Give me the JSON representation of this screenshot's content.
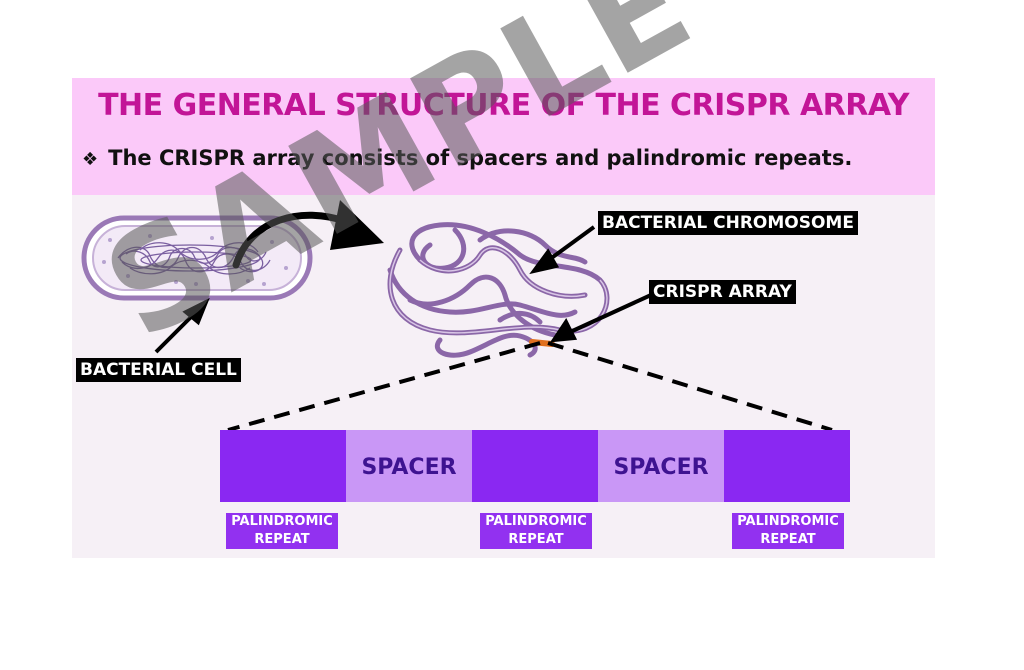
{
  "title": "THE GENERAL STRUCTURE OF THE CRISPR ARRAY",
  "bullet": {
    "marker": "❖",
    "text": "The CRISPR array consists of spacers and palindromic repeats."
  },
  "labels": {
    "bacterial_cell": "BACTERIAL CELL",
    "bacterial_chromosome": "BACTERIAL CHROMOSOME",
    "crispr_array": "CRISPR ARRAY"
  },
  "array_blocks": [
    {
      "type": "repeat",
      "text": ""
    },
    {
      "type": "spacer",
      "text": "SPACER"
    },
    {
      "type": "repeat",
      "text": ""
    },
    {
      "type": "spacer",
      "text": "SPACER"
    },
    {
      "type": "repeat",
      "text": ""
    }
  ],
  "repeat_labels": [
    {
      "line1": "PALINDROMIC",
      "line2": "REPEAT"
    },
    {
      "line1": "PALINDROMIC",
      "line2": "REPEAT"
    },
    {
      "line1": "PALINDROMIC",
      "line2": "REPEAT"
    }
  ],
  "colors": {
    "title": "#c21597",
    "header_band": "#fbc9f9",
    "repeat": "#8a28f2",
    "spacer": "#c997f6",
    "chromosome": "#8b67a8",
    "crispr_highlight": "#e0701f"
  },
  "watermark": "SAMPLE ONLY"
}
